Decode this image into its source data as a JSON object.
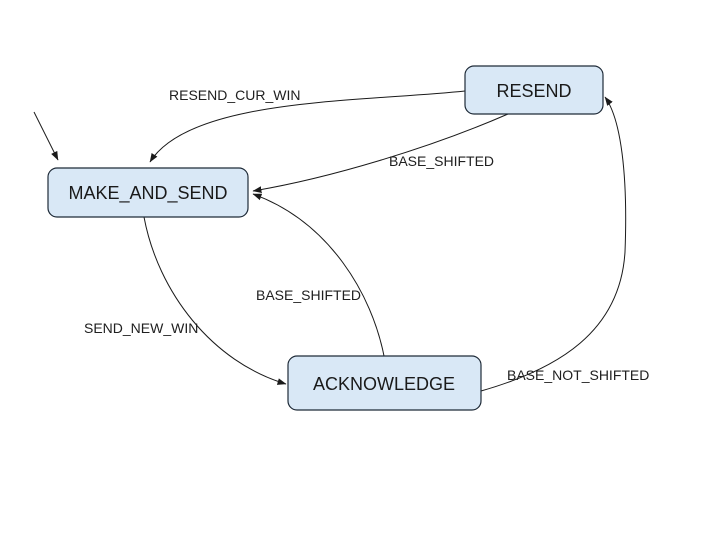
{
  "diagram": {
    "type": "state-machine",
    "background_color": "#ffffff",
    "colors": {
      "node_fill": "#d9e8f6",
      "node_border": "#1f2b38",
      "edge_stroke": "#1a1a1a",
      "label_text": "#202020"
    },
    "nodes": [
      {
        "id": "make_and_send",
        "label": "MAKE_AND_SEND"
      },
      {
        "id": "resend",
        "label": "RESEND"
      },
      {
        "id": "acknowledge",
        "label": "ACKNOWLEDGE"
      }
    ],
    "edges": [
      {
        "from": "resend",
        "to": "make_and_send",
        "label": "RESEND_CUR_WIN"
      },
      {
        "from": "resend",
        "to": "make_and_send",
        "label": "BASE_SHIFTED"
      },
      {
        "from": "acknowledge",
        "to": "make_and_send",
        "label": "BASE_SHIFTED"
      },
      {
        "from": "make_and_send",
        "to": "acknowledge",
        "label": "SEND_NEW_WIN"
      },
      {
        "from": "acknowledge",
        "to": "resend",
        "label": "BASE_NOT_SHIFTED"
      },
      {
        "from": "start",
        "to": "make_and_send",
        "label": ""
      }
    ]
  }
}
